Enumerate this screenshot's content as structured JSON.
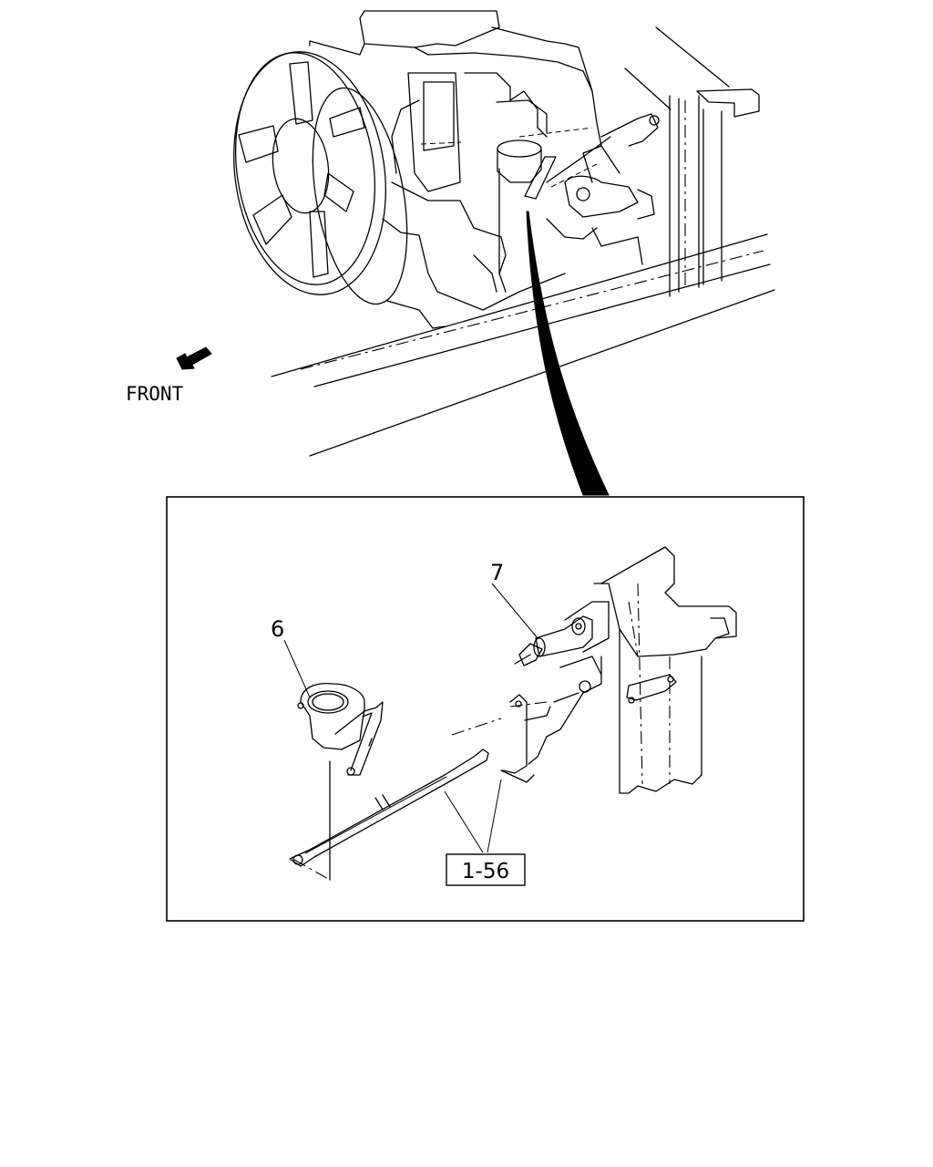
{
  "labels": {
    "front": "FRONT",
    "part_6": "6",
    "part_7": "7",
    "ref_box": "1-56"
  }
}
